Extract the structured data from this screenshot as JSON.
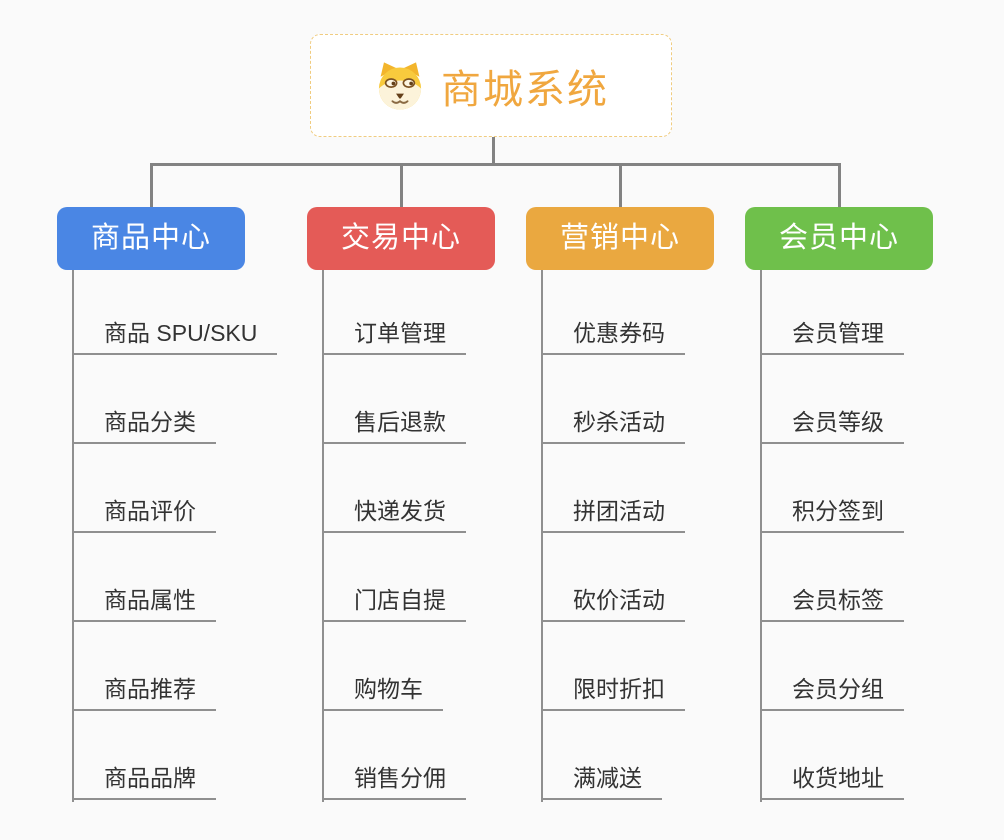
{
  "canvas": {
    "background_color": "#fafafa",
    "connector_color": "#828282",
    "underline_color": "#8f8f8f",
    "item_text_color": "#333333"
  },
  "root": {
    "title": "商城系统",
    "icon": "dog-face-icon",
    "text_color": "#f0a73f",
    "border_color": "#f0cc80",
    "background": "#ffffff"
  },
  "branches": [
    {
      "title": "商品中心",
      "color": "#4a86e4",
      "items": [
        "商品 SPU/SKU",
        "商品分类",
        "商品评价",
        "商品属性",
        "商品推荐",
        "商品品牌"
      ]
    },
    {
      "title": "交易中心",
      "color": "#e45b57",
      "items": [
        "订单管理",
        "售后退款",
        "快递发货",
        "门店自提",
        "购物车",
        "销售分佣"
      ]
    },
    {
      "title": "营销中心",
      "color": "#eaa840",
      "items": [
        "优惠券码",
        "秒杀活动",
        "拼团活动",
        "砍价活动",
        "限时折扣",
        "满减送"
      ]
    },
    {
      "title": "会员中心",
      "color": "#6fc04b",
      "items": [
        "会员管理",
        "会员等级",
        "积分签到",
        "会员标签",
        "会员分组",
        "收货地址"
      ]
    }
  ]
}
